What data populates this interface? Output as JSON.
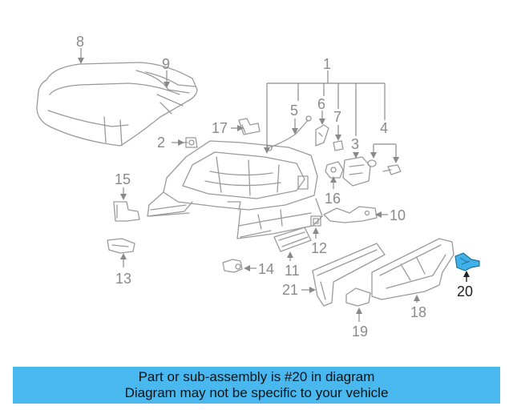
{
  "diagram": {
    "highlight_color": "#49b8ef",
    "highlighted_part": "20",
    "callouts": [
      "1",
      "2",
      "3",
      "4",
      "5",
      "6",
      "7",
      "8",
      "9",
      "10",
      "11",
      "12",
      "13",
      "14",
      "15",
      "16",
      "17",
      "18",
      "19",
      "20",
      "21"
    ]
  },
  "banner": {
    "line1": "Part or sub-assembly is #20 in diagram",
    "line2": "Diagram may not be specific to your vehicle"
  }
}
